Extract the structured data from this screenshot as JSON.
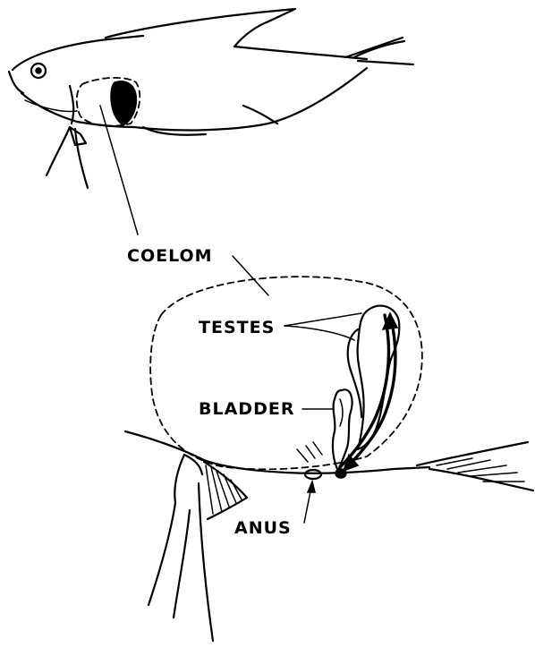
{
  "labels": {
    "coelom": "COELOM",
    "testes": "TESTES",
    "bladder": "BLADDER",
    "anus": "ANUS"
  },
  "colors": {
    "ink": "#000000",
    "background": "#ffffff"
  }
}
